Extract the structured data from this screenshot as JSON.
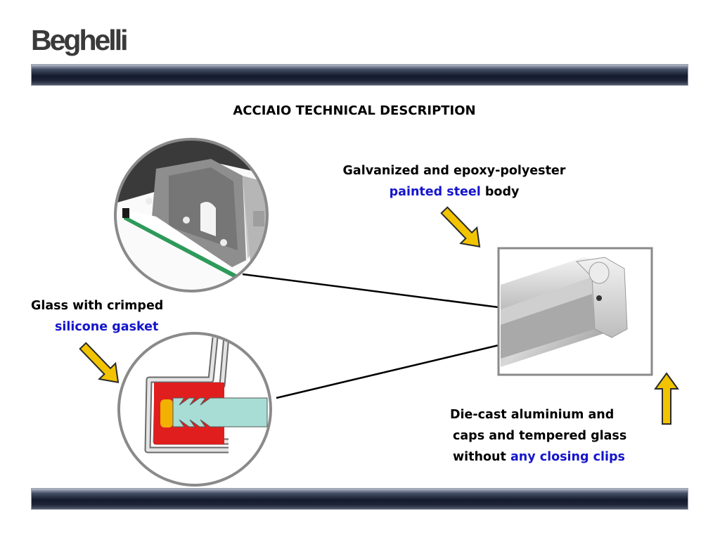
{
  "header": {
    "logo_text": "Beghelli"
  },
  "slide": {
    "title": "ACCIAIO TECHNICAL DESCRIPTION"
  },
  "callouts": {
    "body": {
      "line1": "Galvanized and epoxy-polyester",
      "highlight": "painted steel",
      "suffix": " body"
    },
    "glass": {
      "line1": "Glass with crimped",
      "highlight": "silicone gasket"
    },
    "caps": {
      "line1": "Die-cast aluminium and",
      "line2": "caps and tempered glass",
      "prefix": "without ",
      "highlight": "any closing clips"
    }
  },
  "colors": {
    "highlight": "#1515cc",
    "arrow_fill": "#f2c400",
    "gasket": "#e01e1e",
    "glass": "#a7ddd4",
    "insert": "#f2b000",
    "glass_edge": "#2e9a5a",
    "bar_dark": "#141a2c"
  },
  "icons": {
    "callout_arrow": "arrow-icon"
  }
}
